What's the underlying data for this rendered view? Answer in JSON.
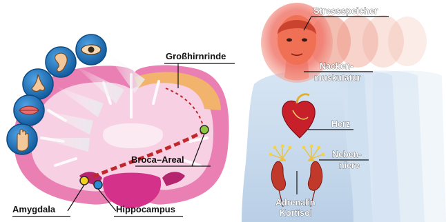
{
  "labels": {
    "cortex": "Großhirnrinde",
    "broca": "Broca–Areal",
    "amygdala": "Amygdala",
    "hippocampus": "Hippocampus",
    "stress": "Stressspeicher",
    "neck_line1": "Nacken-",
    "neck_line2": "muskulatur",
    "heart": "Herz",
    "adrenal_line1": "Neben-",
    "adrenal_line2": "niere",
    "hormone_line1": "Adrenalin",
    "hormone_line2": "Kortisol"
  },
  "senses": [
    {
      "name": "eye-icon"
    },
    {
      "name": "ear-icon"
    },
    {
      "name": "nose-icon"
    },
    {
      "name": "mouth-icon"
    },
    {
      "name": "hand-icon"
    }
  ],
  "colors": {
    "brain_pink": "#e97fb3",
    "brain_light": "#f7d1e3",
    "cortex_orange": "#f2b36c",
    "icon_blue": "#1f7bc4",
    "body_blue": "#c9dcef",
    "stress_red": "#e8342a",
    "path_red": "#c0282c"
  }
}
